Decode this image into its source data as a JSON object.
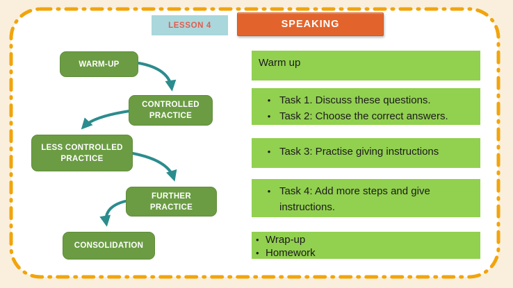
{
  "slide": {
    "header": {
      "lesson_label": "LESSON 4",
      "subject_label": "SPEAKING"
    },
    "bullet_char": "•",
    "flowchart": {
      "nodes": [
        {
          "label": "WARM-UP"
        },
        {
          "label": "CONTROLLED PRACTICE"
        },
        {
          "label": "LESS CONTROLLED PRACTICE"
        },
        {
          "label": "FURTHER PRACTICE"
        },
        {
          "label": "CONSOLIDATION"
        }
      ],
      "arrow_color": "#2B8C8E"
    },
    "panels": [
      {
        "type": "plain",
        "lines": [
          "Warm up"
        ]
      },
      {
        "type": "bullets",
        "lines": [
          "Task 1. Discuss these questions.",
          "Task 2: Choose the correct answers."
        ]
      },
      {
        "type": "bullets",
        "lines": [
          "Task 3: Practise giving instructions"
        ]
      },
      {
        "type": "bullets",
        "lines": [
          "Task 4: Add more steps and give instructions."
        ]
      },
      {
        "type": "bullets-tight",
        "lines": [
          "Wrap-up",
          "Homework"
        ]
      }
    ],
    "colors": {
      "background_cream": "#FAEFDC",
      "border_gold": "#F1A40B",
      "canvas_white": "#FFFFFF",
      "node_green": "#6B9C43",
      "panel_green": "#92D050",
      "arrow_teal": "#2B8C8E",
      "lesson_badge_blue": "#A9D7DB",
      "lesson_text_coral": "#E25B4E",
      "subject_badge_orange": "#E2642C"
    }
  }
}
